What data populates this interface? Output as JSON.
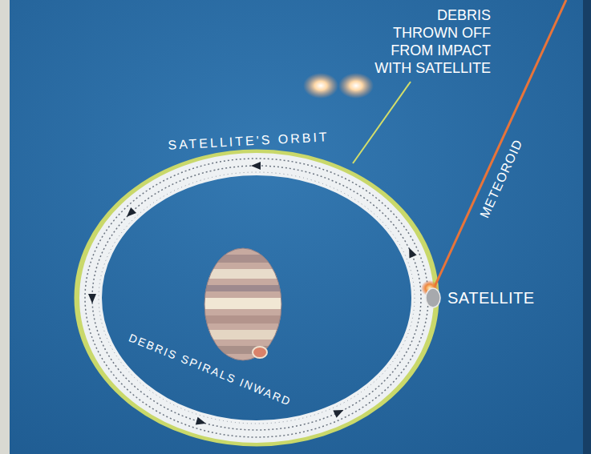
{
  "diagram": {
    "labels": [
      "DEBRIS THROWN OFF FROM IMPACT WITH SATELLITE",
      "METEOROID",
      "SATELLITE'S ORBIT",
      "SATELLITE",
      "DEBRIS SPIRALS INWARD"
    ]
  }
}
